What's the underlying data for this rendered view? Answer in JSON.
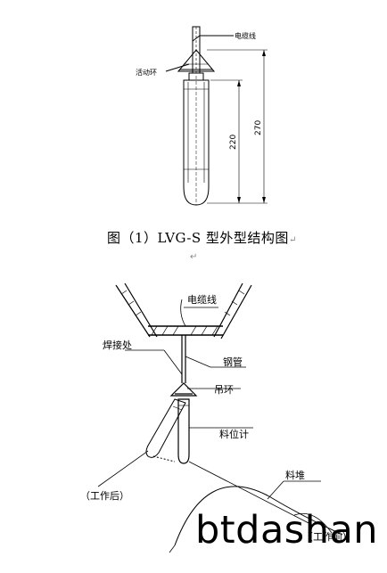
{
  "figure1": {
    "label_cable": "电缆线",
    "label_ring": "活动环",
    "dim_220": "220",
    "dim_270": "270",
    "caption": "图（1）LVG-S 型外型结构图",
    "caption_mark": "↵",
    "para_mark": "↵"
  },
  "figure2": {
    "label_cable": "电缆线",
    "label_weld": "焊接处",
    "label_steel_pipe": "钢管",
    "label_hanging_ring": "吊环",
    "label_level_meter": "料位计",
    "label_after_work": "（工作后）",
    "label_material_pile": "料堆",
    "label_before_work": "（工作前）"
  },
  "watermark": "btdashan"
}
